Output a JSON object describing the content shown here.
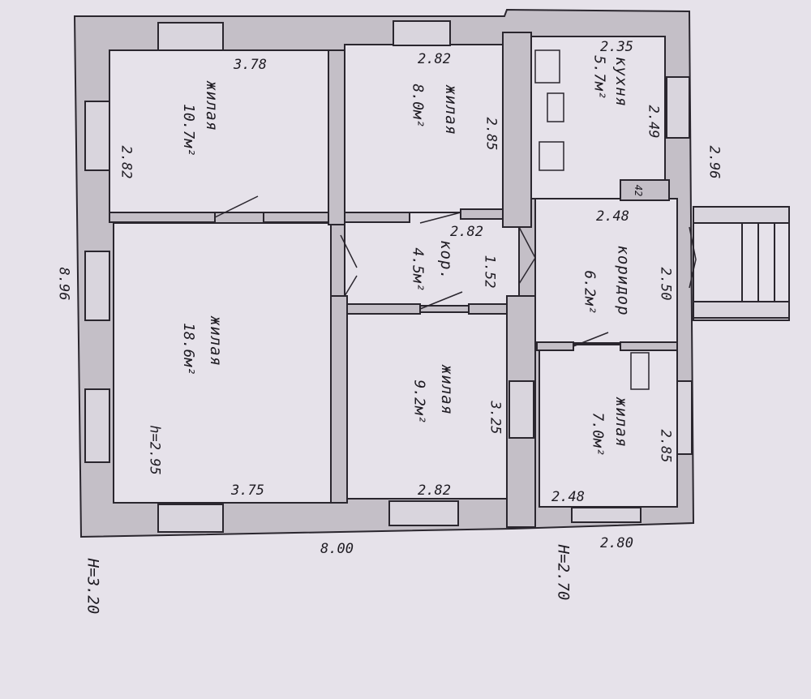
{
  "plan": {
    "colors": {
      "paper": "#e6e2ea",
      "wall": "#c4bfc7",
      "line": "#2a262e"
    },
    "rooms": [
      {
        "id": "living-10-7",
        "name": "жилая",
        "area": "10.7м²",
        "dims": [
          "3.78",
          "2.82"
        ]
      },
      {
        "id": "living-8-0",
        "name": "жилая",
        "area": "8.0м²",
        "dims": [
          "2.82",
          "2.85"
        ]
      },
      {
        "id": "kitchen",
        "name": "кухня",
        "area": "5.7м²",
        "dims": [
          "2.35",
          "2.49"
        ]
      },
      {
        "id": "corridor-small",
        "name": "кор.",
        "area": "4.5м²",
        "dims": [
          "2.82",
          "1.52"
        ]
      },
      {
        "id": "corridor",
        "name": "коридор",
        "area": "6.2м²",
        "dims": [
          "2.48",
          "2.50"
        ]
      },
      {
        "id": "living-18-6",
        "name": "жилая",
        "area": "18.6м²",
        "dims": [
          "3.75"
        ],
        "height": "h=2.95"
      },
      {
        "id": "living-9-2",
        "name": "жилая",
        "area": "9.2м²",
        "dims": [
          "3.25",
          "2.82"
        ]
      },
      {
        "id": "living-7-0",
        "name": "жилая",
        "area": "7.0м²",
        "dims": [
          "2.85",
          "2.48"
        ]
      }
    ],
    "outer_dims": {
      "left": "8.96",
      "bottom": "8.00",
      "right": "2.96",
      "bottom_right": "2.80",
      "wall_small": "42"
    },
    "heights": {
      "main": "H=3.20",
      "annex": "H=2.70"
    }
  }
}
